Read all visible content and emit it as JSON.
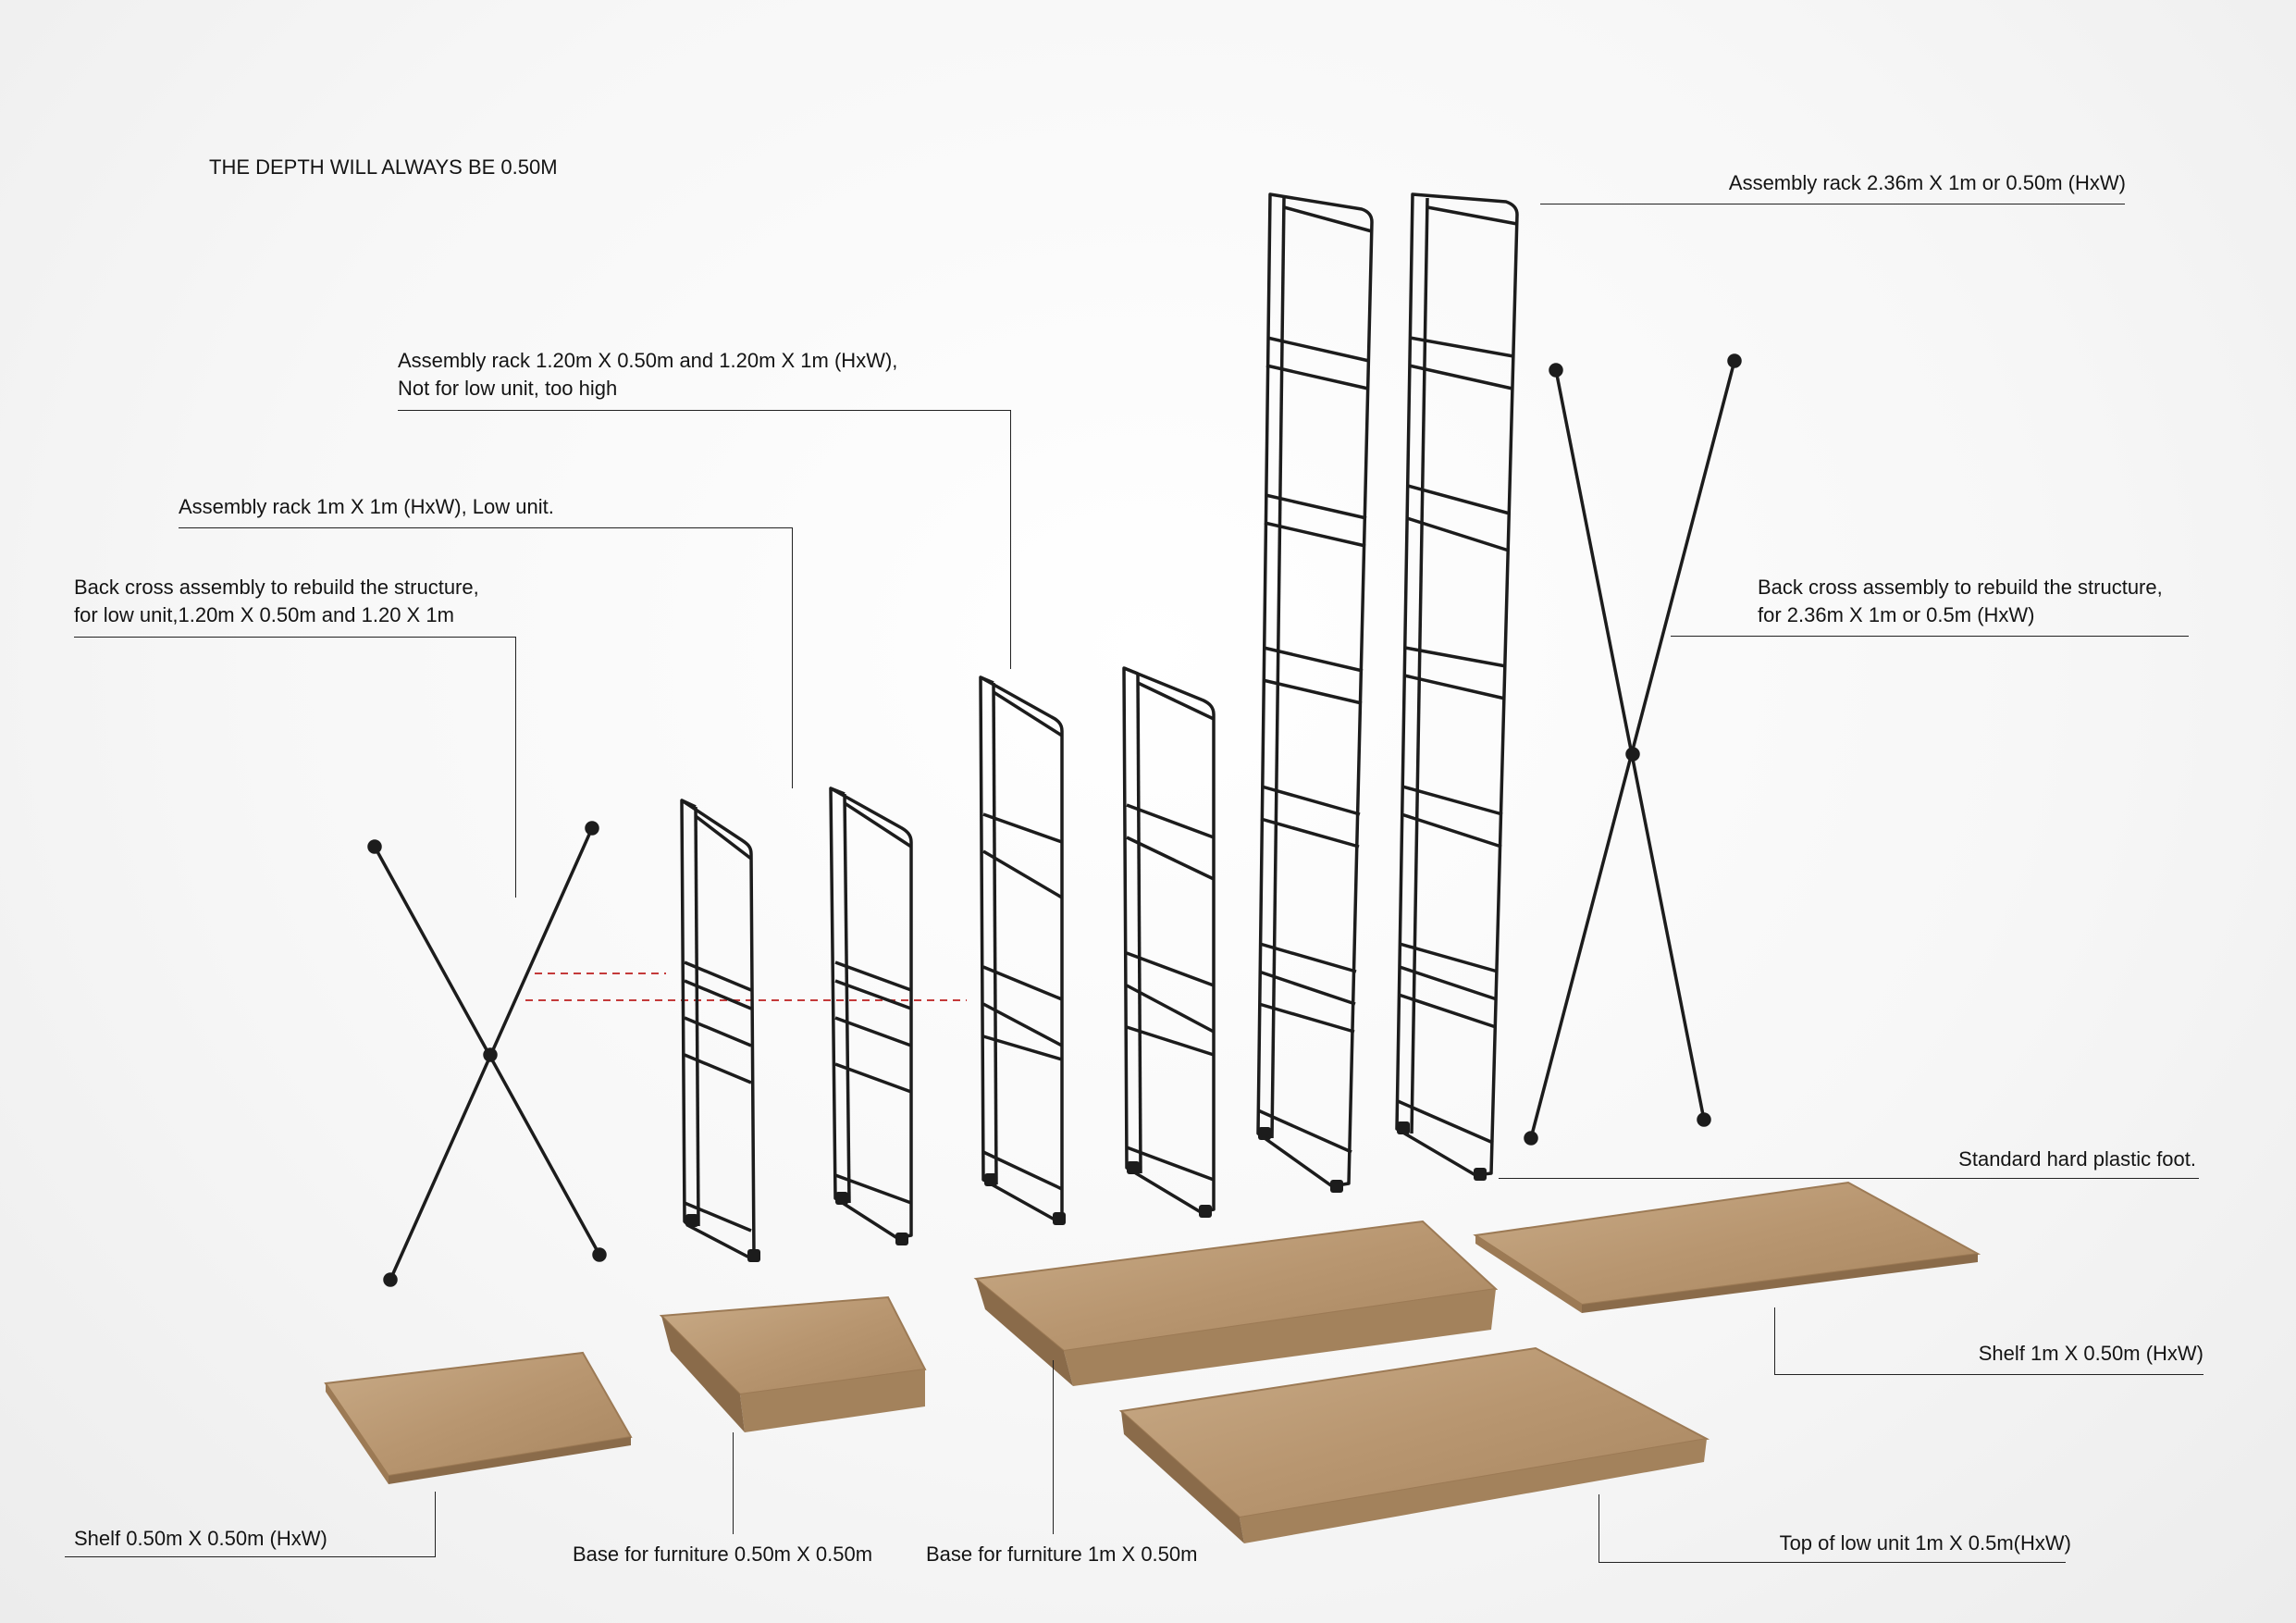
{
  "header": {
    "note": "THE DEPTH WILL ALWAYS BE 0.50M"
  },
  "labels": {
    "rack_tall": "Assembly rack 2.36m X 1m or 0.50m (HxW)",
    "rack_medium_line1": "Assembly rack 1.20m X 0.50m and 1.20m X 1m (HxW),",
    "rack_medium_line2": "Not for low unit, too high",
    "rack_low": "Assembly rack 1m X 1m (HxW), Low unit.",
    "cross_low_line1": "Back cross assembly to rebuild the structure,",
    "cross_low_line2": "for low unit,1.20m X 0.50m and 1.20 X 1m",
    "cross_tall_line1": "Back cross assembly to rebuild the structure,",
    "cross_tall_line2": "for 2.36m X 1m or 0.5m (HxW)",
    "foot": "Standard hard plastic foot.",
    "shelf_large": "Shelf 1m X 0.50m (HxW)",
    "shelf_small": "Shelf 0.50m X 0.50m (HxW)",
    "base_small": "Base for furniture 0.50m X 0.50m",
    "base_large": "Base for furniture 1m X 0.50m",
    "top_low_unit": "Top of low unit 1m X 0.5m(HxW)"
  },
  "colors": {
    "wire": "#1c1c1c",
    "wood_top": "#b89670",
    "wood_top_light": "#c8aa86",
    "wood_edge": "#9c7a55",
    "wood_side": "#8a6b4a",
    "alignment_dash": "#c43a3a"
  }
}
